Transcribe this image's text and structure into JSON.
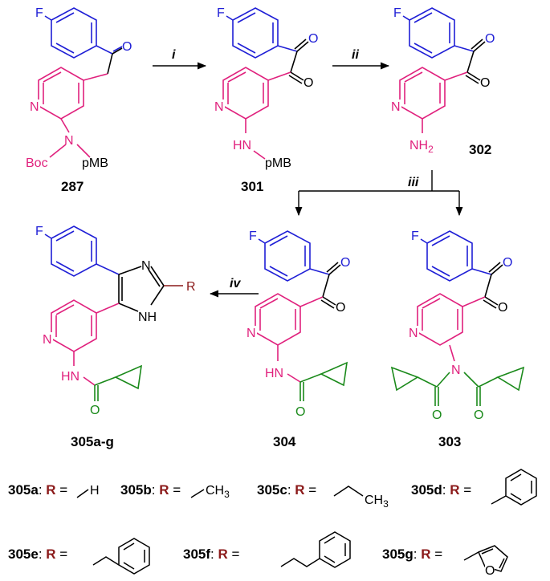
{
  "colors": {
    "fluorophenyl": "#1f1fd6",
    "pyridine": "#e0217d",
    "acyl": "#1b8a1b",
    "r_group": "#8b1a1a",
    "carbonyl": "#000000"
  },
  "reagents": {
    "i": "i",
    "ii": "ii",
    "iii": "iii",
    "iv": "iv"
  },
  "compounds": {
    "c287": "287",
    "c301": "301",
    "c302": "302",
    "c303": "303",
    "c304": "304",
    "c305": "305a-g"
  },
  "atoms": {
    "F": "F",
    "O": "O",
    "N": "N",
    "NH": "NH",
    "HN": "HN",
    "boc": "Boc",
    "pmb": "pMB",
    "nh2": "NH",
    "sub2": "2",
    "R": "R",
    "H": "H",
    "CH": "CH",
    "sub3": "3"
  },
  "r_groups": [
    {
      "id": "305a",
      "label": "305a",
      "sep": ": ",
      "R": "R",
      "eq": " =",
      "group": "H"
    },
    {
      "id": "305b",
      "label": "305b",
      "sep": ": ",
      "R": "R",
      "eq": " =",
      "group": "CH3"
    },
    {
      "id": "305c",
      "label": "305c",
      "sep": ": ",
      "R": "R",
      "eq": " =",
      "group": "CH3"
    },
    {
      "id": "305d",
      "label": "305d",
      "sep": ": ",
      "R": "R",
      "eq": " =",
      "group": ""
    },
    {
      "id": "305e",
      "label": "305e",
      "sep": ": ",
      "R": "R",
      "eq": " =",
      "group": ""
    },
    {
      "id": "305f",
      "label": "305f",
      "sep": ": ",
      "R": "R",
      "eq": " =",
      "group": ""
    },
    {
      "id": "305g",
      "label": "305g",
      "sep": ": ",
      "R": "R",
      "eq": " =",
      "group": "O"
    }
  ]
}
